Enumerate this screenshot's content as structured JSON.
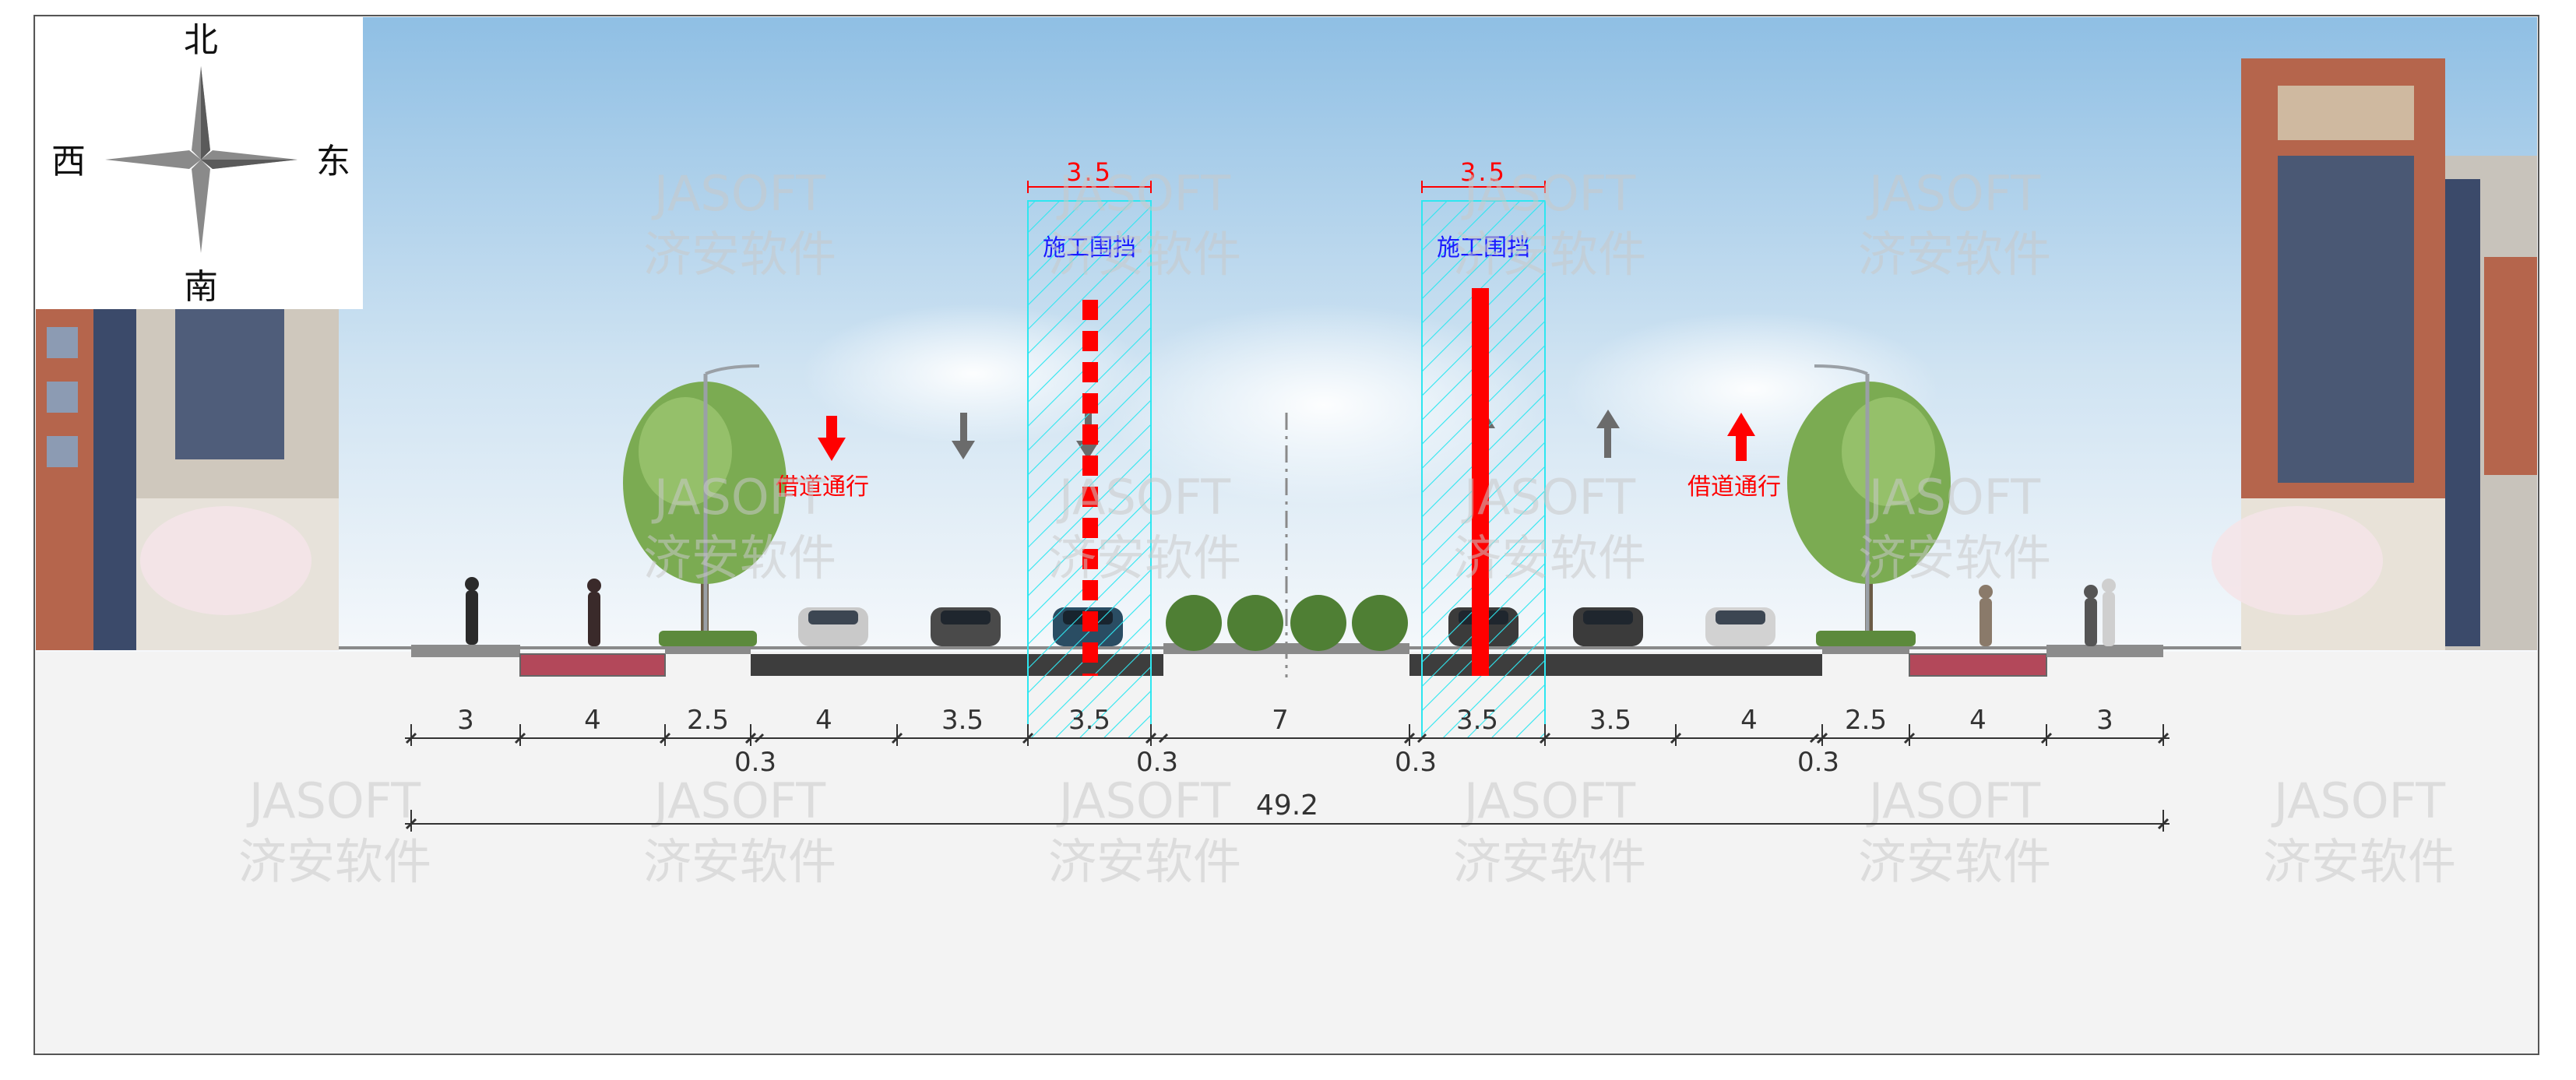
{
  "compass": {
    "north": "北",
    "south": "南",
    "west": "西",
    "east": "东"
  },
  "watermark": {
    "latin": "JASOFT",
    "chinese": "济安软件"
  },
  "enclosures": [
    {
      "id": "left",
      "width_label": "3.5",
      "label": "施工围挡"
    },
    {
      "id": "right",
      "width_label": "3.5",
      "label": "施工围挡"
    }
  ],
  "detour_labels": {
    "left": "借道通行",
    "right": "借道通行"
  },
  "dimensions": {
    "segments": [
      "3",
      "4",
      "2.5",
      "4",
      "3.5",
      "3.5",
      "7",
      "3.5",
      "3.5",
      "4",
      "2.5",
      "4",
      "3"
    ],
    "gaps": [
      "0.3",
      "0.3",
      "0.3",
      "0.3"
    ],
    "total": "49.2"
  },
  "colors": {
    "sky_top": "#9cc6e6",
    "sky_bottom": "#f4f8fb",
    "ground": "#f2f2f2",
    "pavement": "#3d3d3d",
    "bike_lane": "#b3485a",
    "enclosure": "#2ee6f0",
    "closure_red": "#ff0000",
    "label_blue": "#1a1aff",
    "building_brick": "#b5654c"
  }
}
